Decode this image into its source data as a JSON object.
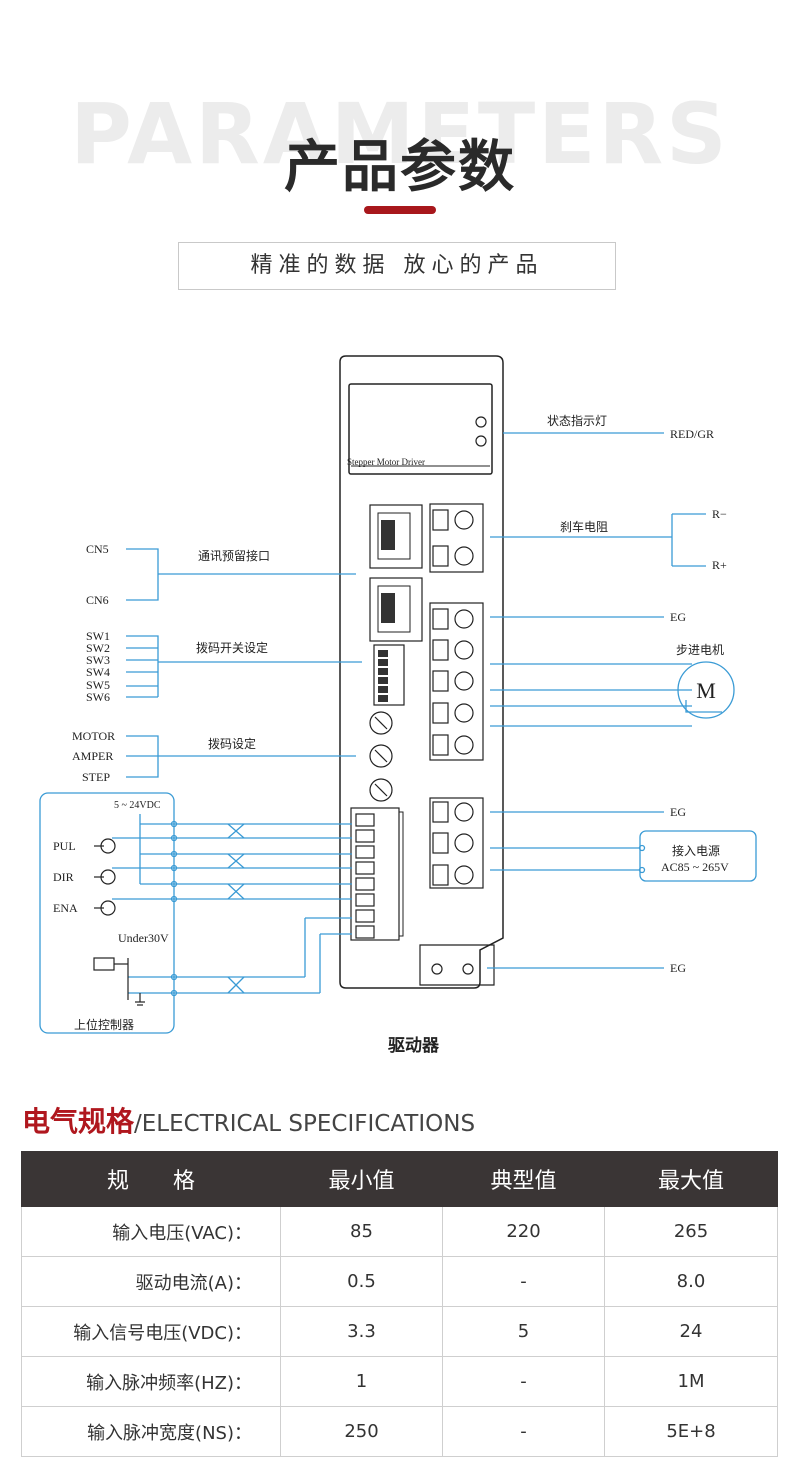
{
  "header": {
    "bg_title": "PARAMETERS",
    "title": "产品参数",
    "subtitle": "精准的数据 放心的产品"
  },
  "diagram": {
    "device_label": "Stepper Motor Driver",
    "caption": "驱动器",
    "status_led": "状态指示灯",
    "status_led_value": "RED/GR",
    "brake_resistor": "刹车电阻",
    "r_minus": "R−",
    "r_plus": "R+",
    "comm_port": "通讯预留接口",
    "cn5": "CN5",
    "cn6": "CN6",
    "dip_switch": "拨码开关设定",
    "sw": [
      "SW1",
      "SW2",
      "SW3",
      "SW4",
      "SW5",
      "SW6"
    ],
    "dial_setting": "拨码设定",
    "motor": "MOTOR",
    "amper": "AMPER",
    "step": "STEP",
    "eg": "EG",
    "stepper_motor": "步进电机",
    "motor_symbol": "M",
    "power_in": "接入电源",
    "power_range": "AC85 ~ 265V",
    "supply": "5 ~ 24VDC",
    "pul": "PUL",
    "dir": "DIR",
    "ena": "ENA",
    "under30v": "Under30V",
    "controller": "上位控制器"
  },
  "specs": {
    "title_cn": "电气规格",
    "title_en": "/ELECTRICAL SPECIFICATIONS",
    "headers": [
      "规　　格",
      "最小值",
      "典型值",
      "最大值"
    ],
    "rows": [
      [
        "输入电压(VAC)：",
        "85",
        "220",
        "265"
      ],
      [
        "驱动电流(A)：",
        "0.5",
        "-",
        "8.0"
      ],
      [
        "输入信号电压(VDC)：",
        "3.3",
        "5",
        "24"
      ],
      [
        "输入脉冲频率(HZ)：",
        "1",
        "-",
        "1M"
      ],
      [
        "输入脉冲宽度(NS)：",
        "250",
        "-",
        "5E+8"
      ]
    ]
  },
  "colors": {
    "accent": "#a8171c",
    "line_blue": "#3a9bd5",
    "header_dark": "#3a3535"
  }
}
